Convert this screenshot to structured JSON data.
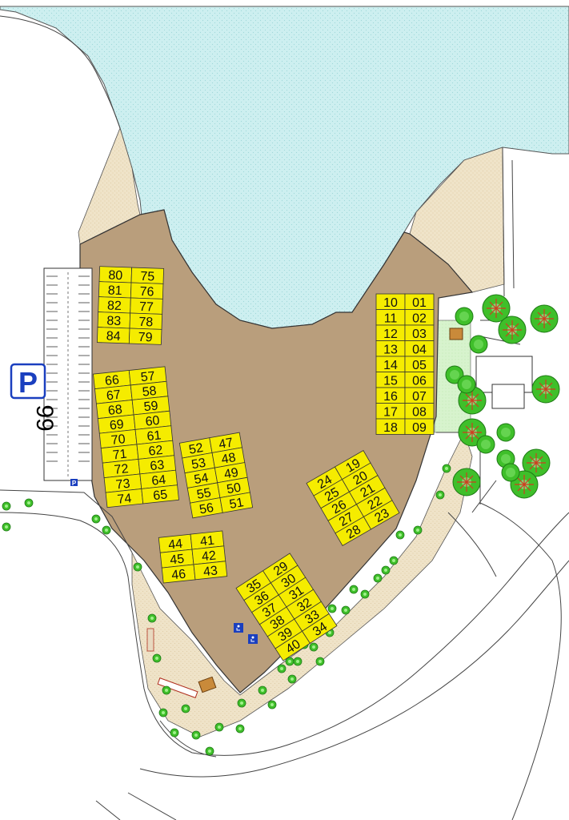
{
  "title": "",
  "parking": {
    "letter": "P",
    "capacity": "99",
    "small_marker": "P"
  },
  "colors": {
    "water": "#cdeff0",
    "land_area": "#b99e7c",
    "sand": "#efe3c8",
    "spot_fill": "#f5ec00",
    "parking_blue": "#1a3fbf",
    "tree_green": "#3fbf2a",
    "grass": "#d7f3cd"
  },
  "icons": [
    "water-icon",
    "tree-icon",
    "accessible-parking-icon",
    "parking-sign-icon"
  ],
  "spot_groups": [
    {
      "name": "group-75-84",
      "columns": [
        [
          "80",
          "81",
          "82",
          "83",
          "84"
        ],
        [
          "75",
          "76",
          "77",
          "78",
          "79"
        ]
      ]
    },
    {
      "name": "group-01-18",
      "columns": [
        [
          "10",
          "11",
          "12",
          "13",
          "14",
          "15",
          "16",
          "17",
          "18"
        ],
        [
          "01",
          "02",
          "03",
          "04",
          "05",
          "06",
          "07",
          "08",
          "09"
        ]
      ]
    },
    {
      "name": "group-57-74",
      "columns": [
        [
          "66",
          "67",
          "68",
          "69",
          "70",
          "71",
          "72",
          "73",
          "74"
        ],
        [
          "57",
          "58",
          "59",
          "60",
          "61",
          "62",
          "63",
          "64",
          "65"
        ]
      ]
    },
    {
      "name": "group-47-56",
      "columns": [
        [
          "52",
          "53",
          "54",
          "55",
          "56"
        ],
        [
          "47",
          "48",
          "49",
          "50",
          "51"
        ]
      ]
    },
    {
      "name": "group-19-28",
      "columns": [
        [
          "24",
          "25",
          "26",
          "27",
          "28"
        ],
        [
          "19",
          "20",
          "21",
          "22",
          "23"
        ]
      ]
    },
    {
      "name": "group-41-46",
      "columns": [
        [
          "44",
          "45",
          "46"
        ],
        [
          "41",
          "42",
          "43"
        ]
      ]
    },
    {
      "name": "group-29-40",
      "columns": [
        [
          "35",
          "36",
          "37",
          "38",
          "39",
          "40"
        ],
        [
          "29",
          "30",
          "31",
          "32",
          "33",
          "34"
        ]
      ]
    }
  ]
}
